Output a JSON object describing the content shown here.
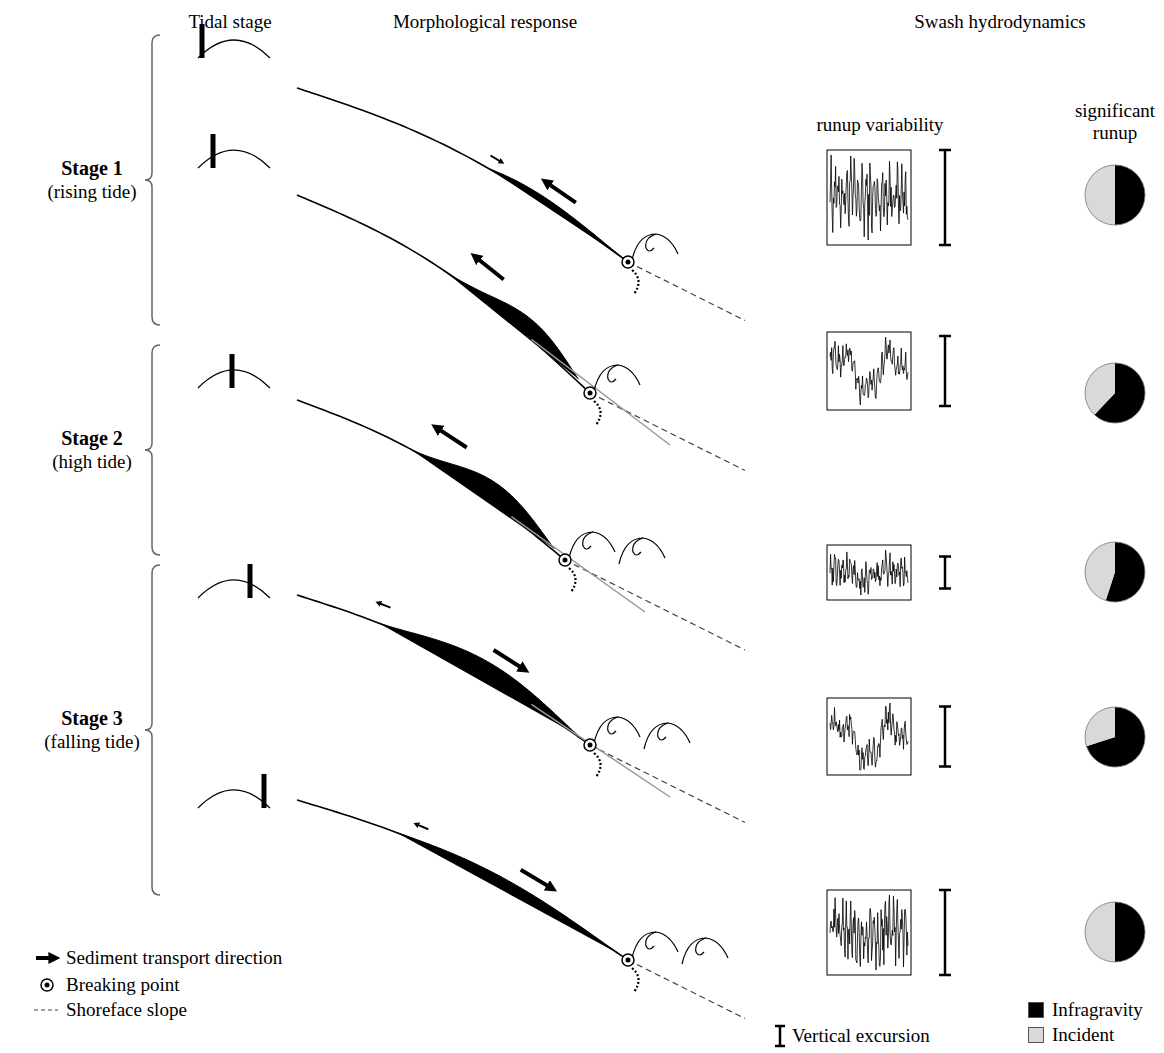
{
  "diagram": {
    "labels": [
      "Tidal stage",
      "Morphological response",
      "Swash hydrodynamics",
      "Stage 1",
      "(rising tide)",
      "Stage 2",
      "(high tide)",
      "Stage 3",
      "(falling tide)",
      "runup variability",
      "significant runup"
    ],
    "legend": [
      {
        "text": "Sediment transport direction"
      },
      {
        "text": "Breaking point"
      },
      {
        "text": "Shoreface slope"
      },
      {
        "text": "Vertical excursion"
      },
      {
        "text": "Infragravity",
        "color": "#000000"
      },
      {
        "text": "Incident",
        "color": "#d9d9d9"
      }
    ]
  }
}
